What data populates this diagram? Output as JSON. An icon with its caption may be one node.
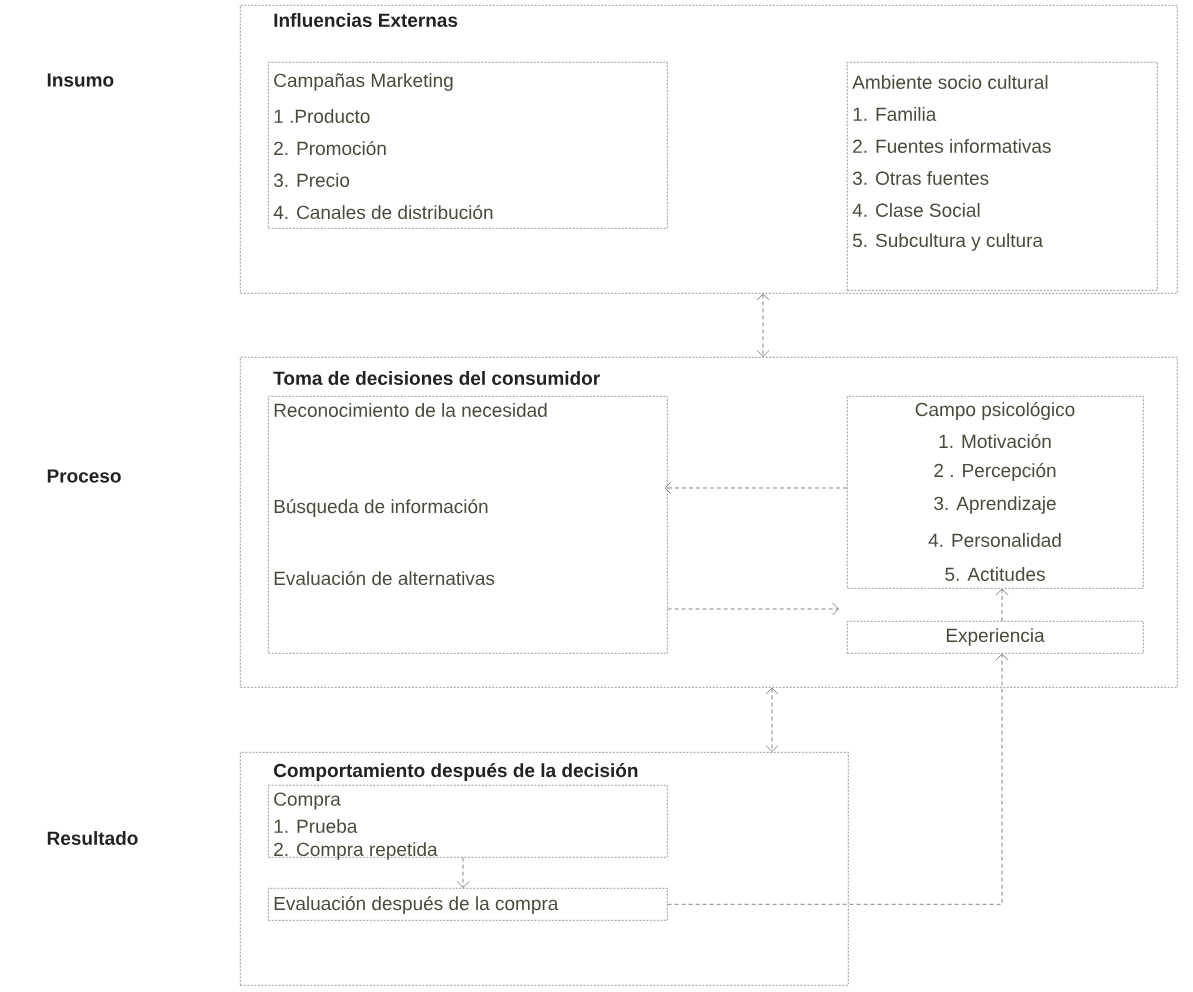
{
  "diagram": {
    "nodes": [
      {
        "text": [
          "Influencias Externas"
        ]
      },
      {
        "text": [
          "Campañas Marketing",
          "1 .Producto",
          "2. Promoción",
          "3. Precio",
          "4. Canales de distribución"
        ],
        "in": 0
      },
      {
        "text": [
          "Ambiente socio cultural",
          "1. Familia",
          "2. Fuentes informativas",
          "3. Otras fuentes",
          "4. Clase Social",
          "5. Subcultura y cultura"
        ],
        "in": 0
      },
      {
        "text": [
          "Toma de decisiones del consumidor"
        ]
      },
      {
        "text": [
          "Reconocimiento de la necesidad",
          "Búsqueda de información",
          "Evaluación de alternativas"
        ],
        "in": 3
      },
      {
        "text": [
          "Campo psicológico",
          "1. Motivación",
          "2 . Percepción",
          "3. Aprendizaje",
          "4. Personalidad",
          "5. Actitudes"
        ],
        "in": 3
      },
      {
        "text": [
          "Experiencia"
        ],
        "in": 3
      },
      {
        "text": [
          "Comportamiento después de la decisión"
        ]
      },
      {
        "text": [
          "Compra",
          "1. Prueba",
          "2. Compra repetida"
        ],
        "in": 7
      },
      {
        "text": [
          "Evaluación después de la compra"
        ],
        "in": 7
      }
    ],
    "edges": [
      {
        "from": 0,
        "to": 3,
        "arrow": "both",
        "style": "dashed"
      },
      {
        "from": 5,
        "to": 4,
        "arrow": "to",
        "style": "dashed"
      },
      {
        "from": 4,
        "to": 6,
        "arrow": "to",
        "style": "dashed"
      },
      {
        "from": 6,
        "to": 5,
        "arrow": "to",
        "style": "dashed"
      },
      {
        "from": 3,
        "to": 7,
        "arrow": "both",
        "style": "dashed"
      },
      {
        "from": 8,
        "to": 9,
        "arrow": "to",
        "style": "dashed"
      },
      {
        "from": 9,
        "to": 6,
        "arrow": "to",
        "style": "dashed"
      }
    ],
    "labels": [
      "Insumo",
      "Proceso",
      "Resultado"
    ]
  }
}
